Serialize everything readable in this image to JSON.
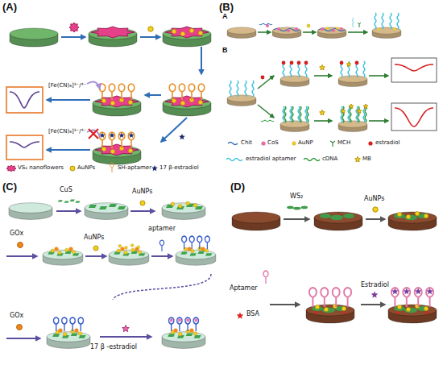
{
  "diagram": {
    "labels": [
      "(A)",
      "[Fe(CN)₆]³⁻/⁴⁻",
      "[Fe(CN)₆]³⁻/⁴⁻",
      "(B)",
      "A",
      "B",
      "(C)",
      "CuS",
      "AuNPs",
      "GOx",
      "AuNPs",
      "aptamer",
      "GOx",
      "17 β -estradiol",
      "(D)",
      "WS₂",
      "AuNPs",
      "Aptamer",
      "BSA",
      "Estradiol"
    ],
    "legend": [
      {
        "text": "VS₂ nanoflowers"
      },
      {
        "text": "AuNPs"
      },
      {
        "text": "SH-aptamer"
      },
      {
        "text": "17 β-estradiol"
      },
      {
        "text": "Chit"
      },
      {
        "text": "CoS"
      },
      {
        "text": "AuNP"
      },
      {
        "text": "MCH"
      },
      {
        "text": "estradiol"
      },
      {
        "text": "estradiol aptamer"
      },
      {
        "text": "cDNA"
      },
      {
        "text": "MB"
      }
    ]
  }
}
